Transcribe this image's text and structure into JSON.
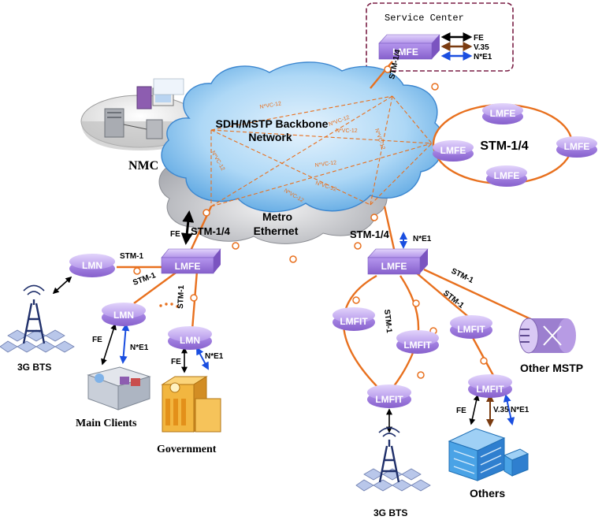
{
  "service_center": {
    "title": "Service Center",
    "device": "LMFE",
    "legend": [
      "FE",
      "V.35",
      "N*E1"
    ]
  },
  "nmc_label": "NMC",
  "backbone": {
    "line1": "SDH/MSTP Backbone",
    "line2": "Network"
  },
  "metro": {
    "line1": "Metro",
    "line2": "Ethernet"
  },
  "vc_label": "N*VC-12",
  "ring": {
    "label": "STM-1/4",
    "nodes": [
      "LMFE",
      "LMFE",
      "LMFE",
      "LMFE"
    ]
  },
  "links": {
    "stm14_top": "STM-1/4",
    "stm14_left": "STM-1/4",
    "stm14_right": "STM-1/4",
    "stm1": "STM-1",
    "fe": "FE",
    "ne1": "N*E1",
    "v35": "V.35"
  },
  "left_site": {
    "hub": "LMFE",
    "lmn_left": "LMN",
    "lmn_mid": "LMN",
    "lmn_right": "LMN",
    "bts": "3G BTS",
    "main_clients": "Main Clients",
    "government": "Government"
  },
  "right_site": {
    "hub": "LMFE",
    "lmfit_left": "LMFIT",
    "lmfit_mid": "LMFIT",
    "lmfit_right": "LMFIT",
    "lmfit_bottom": "LMFIT",
    "lmfit_others": "LMFIT",
    "other_mstp": "Other MSTP",
    "bts": "3G BTS",
    "others": "Others"
  },
  "colors": {
    "link_orange": "#e8701e",
    "device_purple": "#a682e0",
    "cloud_blue": "#8fc6ee",
    "cloud_gray": "#c7c8cc",
    "arrow_blue": "#1a4ee0",
    "arrow_brown": "#7a3b10",
    "service_border": "#7a1f45"
  }
}
